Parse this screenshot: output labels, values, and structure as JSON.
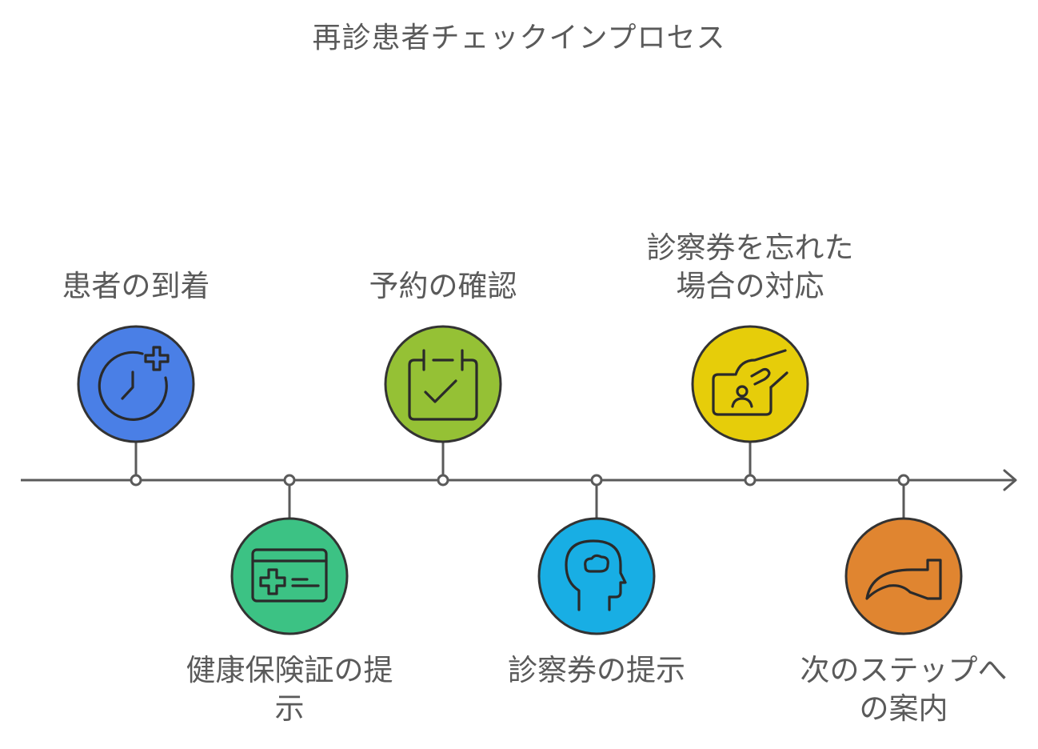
{
  "title": "再診患者チェックインプロセス",
  "steps": [
    {
      "label": "患者の到着",
      "icon": "clock-plus-icon",
      "color": "#4a7fe6",
      "position": "above"
    },
    {
      "label": "健康保険証の提\n示",
      "icon": "insurance-card-icon",
      "color": "#3cc284",
      "position": "below"
    },
    {
      "label": "予約の確認",
      "icon": "calendar-check-icon",
      "color": "#95c135",
      "position": "above"
    },
    {
      "label": "診察券の提示",
      "icon": "head-thought-icon",
      "color": "#18aee4",
      "position": "below"
    },
    {
      "label": "診察券を忘れた\n場合の対応",
      "icon": "hand-id-card-icon",
      "color": "#e6cd0a",
      "position": "above"
    },
    {
      "label": "次のステップへ\nの案内",
      "icon": "redirect-arrow-icon",
      "color": "#e08530",
      "position": "below"
    }
  ]
}
